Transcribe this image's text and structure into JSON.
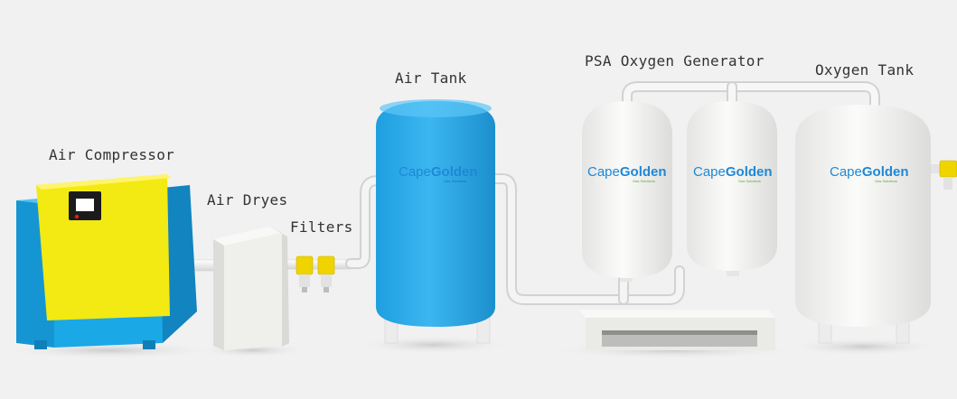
{
  "labels": {
    "air_compressor": "Air Compressor",
    "air_dryes": "Air Dryes",
    "filters": "Filters",
    "air_tank": "Air Tank",
    "psa_generator": "PSA Oxygen Generator",
    "oxygen_tank": "Oxygen Tank"
  },
  "logo": {
    "part1": "Cape",
    "part2": "Golden",
    "tagline": "Gas Solutions"
  },
  "colors": {
    "background": "#f1f1f1",
    "compressor_body": "#1aa8e6",
    "compressor_panel": "#f2ea12",
    "air_tank": "#2aa9e8",
    "vessel_white": "#f4f4f2",
    "pipe": "#e9e9e9",
    "filter_yellow": "#f0d400",
    "logo_blue": "#1e88d6",
    "logo_green": "#6cbf3c"
  }
}
